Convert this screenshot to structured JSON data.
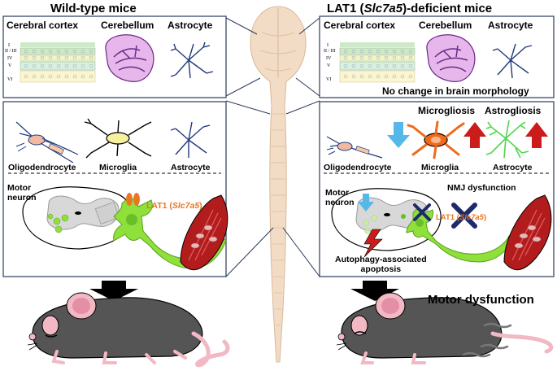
{
  "left": {
    "title": "Wild-type mice",
    "brain_labels": [
      "Cerebral cortex",
      "Cerebellum",
      "Astrocyte"
    ],
    "cortex_layers": [
      "I",
      "II / III",
      "IV",
      "V",
      "VI"
    ],
    "glia_labels": [
      "Oligodendrocyte",
      "Microglia",
      "Astrocyte"
    ],
    "motor_neuron": "Motor\nneuron",
    "lat1_prefix": "LAT1 (",
    "lat1_gene": "Slc7a5",
    "lat1_suffix": ")"
  },
  "right": {
    "title_prefix": "LAT1 (",
    "title_gene": "Slc7a5",
    "title_suffix": ")-deficient mice",
    "brain_labels": [
      "Cerebral cortex",
      "Cerebellum",
      "Astrocyte"
    ],
    "cortex_layers": [
      "I",
      "II / III",
      "IV",
      "V",
      "VI"
    ],
    "no_change": "No change in brain morphology",
    "microgliosis": "Microgliosis",
    "astrogliosis": "Astrogliosis",
    "glia_labels": [
      "Oligodendrocyte",
      "Microglia",
      "Astrocyte"
    ],
    "motor_neuron": "Motor\nneuron",
    "nmj": "NMJ dysfunction",
    "lat1_prefix": "LAT1 (",
    "lat1_gene": "Slc7a5",
    "lat1_suffix": ")",
    "autophagy": "Autophagy-associated\napoptosis",
    "motor_dysfunction": "Motor dysfunction"
  },
  "colors": {
    "box_border": "#2b3a5c",
    "neuron_green": "#8fe03a",
    "lat1_orange": "#e87722",
    "muscle_red": "#b31c1c",
    "arrow_blue": "#56b8e8",
    "arrow_red": "#cc1b1b",
    "spine": "#f3dcc6",
    "mouse_gray": "#555555",
    "mouse_pink": "#f2b8c4",
    "microglia_orange": "#f06a1a",
    "astro_green": "#4fd64a",
    "cross_navy": "#1d2a6b"
  }
}
